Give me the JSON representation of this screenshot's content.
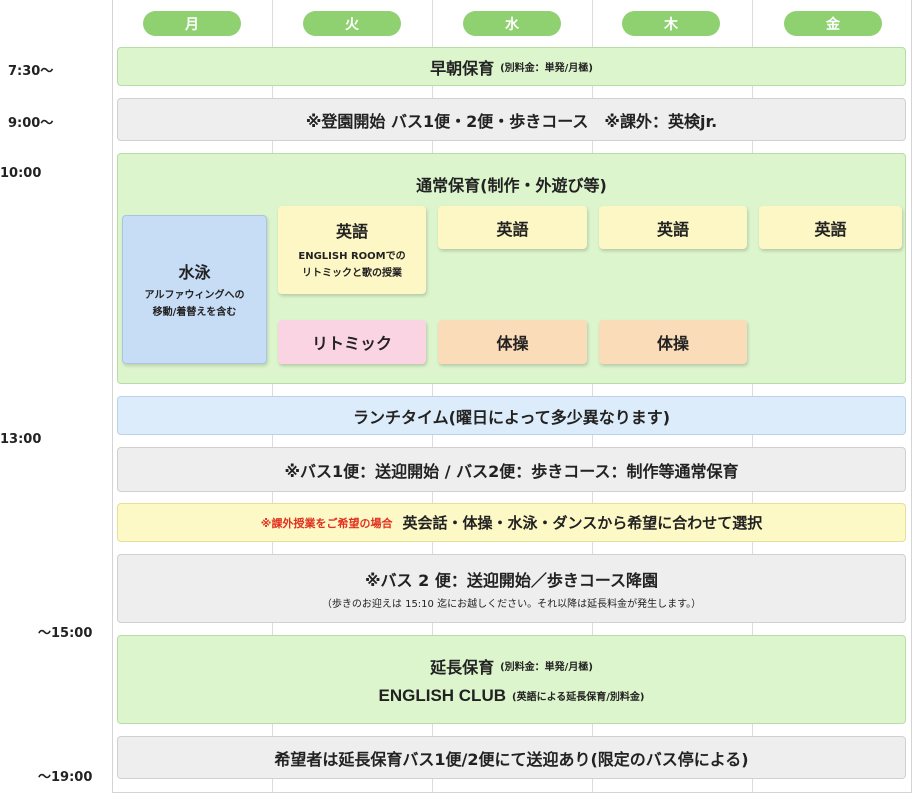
{
  "days": [
    "月",
    "火",
    "水",
    "木",
    "金"
  ],
  "times": {
    "t0730": "7:30〜",
    "t0900": "9:00〜",
    "t1000": "10:00",
    "t1300": "13:00",
    "t1500": "〜15:00",
    "t1900": "〜19:00"
  },
  "early": {
    "title": "早朝保育",
    "note": "(別料金：単発/月極)"
  },
  "start": {
    "text": "※登園開始 バス1便・2便・歩きコース　※課外：英検jr."
  },
  "regular": {
    "title": "通常保育(制作・外遊び等)",
    "swim": {
      "title": "水泳",
      "desc1": "アルファウィングへの",
      "desc2": "移動/着替えを含む"
    },
    "english_tue": {
      "title": "英語",
      "desc1": "ENGLISH ROOMでの",
      "desc2": "リトミックと歌の授業"
    },
    "english_wed": "英語",
    "english_thu": "英語",
    "english_fri": "英語",
    "rhythmic": "リトミック",
    "gym_wed": "体操",
    "gym_thu": "体操"
  },
  "lunch": {
    "text": "ランチタイム(曜日によって多少異なります)"
  },
  "bus1": {
    "text": "※バス1便：送迎開始 / バス2便：歩きコース：制作等通常保育"
  },
  "extra": {
    "note": "※課外授業をご希望の場合",
    "text": "英会話・体操・水泳・ダンスから希望に合わせて選択"
  },
  "bus2": {
    "text": "※バス 2 便：送迎開始／歩きコース降園",
    "note": "（歩きのお迎えは 15:10 迄にお越しください。それ以降は延長料金が発生します。）"
  },
  "extended": {
    "title": "延長保育",
    "note": "(別料金：単発/月極)",
    "title2": "ENGLISH CLUB",
    "note2": "(英語による延長保育/別料金)"
  },
  "last": {
    "text": "希望者は延長保育バス1便/2便にて送迎あり(限定のバス停による)"
  }
}
